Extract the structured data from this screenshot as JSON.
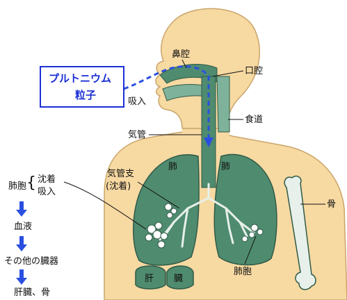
{
  "colors": {
    "skin": "#f7d9a2",
    "skin_outline": "#c9a56a",
    "organ": "#4f8b6f",
    "organ_light": "#7fb29a",
    "organ_outline": "#2f5a47",
    "bone": "#e7f0ea",
    "accent_blue": "#2a4fe0",
    "box_border": "#1b2fd6"
  },
  "particle_box": {
    "line1": "プルトニウム",
    "line2": "粒子"
  },
  "labels": {
    "nasal_cavity": "鼻腔",
    "oral_cavity": "口腔",
    "inhalation": "吸入",
    "esophagus": "食道",
    "trachea": "気管",
    "bronchi_line1": "気管支",
    "bronchi_line2": "(沈着)",
    "lung_left": "肺",
    "lung_right": "肺",
    "bone": "骨",
    "alveoli": "肺胞",
    "liver_left": "肝",
    "liver_right": "臓"
  },
  "flow": {
    "alveoli_label": "肺胞",
    "options": [
      "沈着",
      "吸入"
    ],
    "steps": [
      "血液",
      "その他の臓器",
      "肝臓、骨"
    ]
  },
  "icons": {
    "flow_arrow": "down-arrow-icon",
    "inhalation_path": "dashed-path-icon"
  }
}
